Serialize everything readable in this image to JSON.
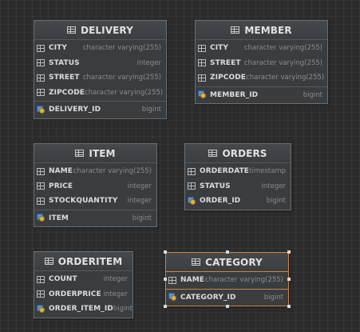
{
  "entities": [
    {
      "id": "delivery",
      "title": "DELIVERY",
      "columns": [
        {
          "name": "CITY",
          "type": "character varying(255)"
        },
        {
          "name": "STATUS",
          "type": "integer"
        },
        {
          "name": "STREET",
          "type": "character varying(255)"
        },
        {
          "name": "ZIPCODE",
          "type": "character varying(255)"
        }
      ],
      "keys": [
        {
          "name": "DELIVERY_ID",
          "type": "bigint"
        }
      ]
    },
    {
      "id": "member",
      "title": "MEMBER",
      "columns": [
        {
          "name": "CITY",
          "type": "character varying(255)"
        },
        {
          "name": "STREET",
          "type": "character varying(255)"
        },
        {
          "name": "ZIPCODE",
          "type": "character varying(255)"
        }
      ],
      "keys": [
        {
          "name": "MEMBER_ID",
          "type": "bigint"
        }
      ]
    },
    {
      "id": "item",
      "title": "ITEM",
      "columns": [
        {
          "name": "NAME",
          "type": "character varying(255)"
        },
        {
          "name": "PRICE",
          "type": "integer"
        },
        {
          "name": "STOCKQUANTITY",
          "type": "integer"
        }
      ],
      "keys": [
        {
          "name": "ITEM",
          "type": "bigint"
        }
      ]
    },
    {
      "id": "orders",
      "title": "ORDERS",
      "columns": [
        {
          "name": "ORDERDATE",
          "type": "timestamp"
        },
        {
          "name": "STATUS",
          "type": "integer"
        },
        {
          "name": "ORDER_ID",
          "type": "bigint",
          "key": true
        }
      ],
      "keys": []
    },
    {
      "id": "orderitem",
      "title": "ORDERITEM",
      "columns": [
        {
          "name": "COUNT",
          "type": "integer"
        },
        {
          "name": "ORDERPRICE",
          "type": "integer"
        },
        {
          "name": "ORDER_ITEM_ID",
          "type": "bigint",
          "key": true
        }
      ],
      "keys": []
    },
    {
      "id": "category",
      "title": "CATEGORY",
      "selected": true,
      "columns": [
        {
          "name": "NAME",
          "type": "character varying(255)"
        }
      ],
      "keys": [
        {
          "name": "CATEGORY_ID",
          "type": "bigint"
        }
      ]
    }
  ],
  "icons": {
    "table": "table-icon",
    "column": "column-icon",
    "key": "primary-key-icon"
  },
  "colors": {
    "canvas": "#2b2b2b",
    "entity": "#3a3d3f",
    "selection": "#c7863e",
    "type_text": "#8a8d90"
  }
}
